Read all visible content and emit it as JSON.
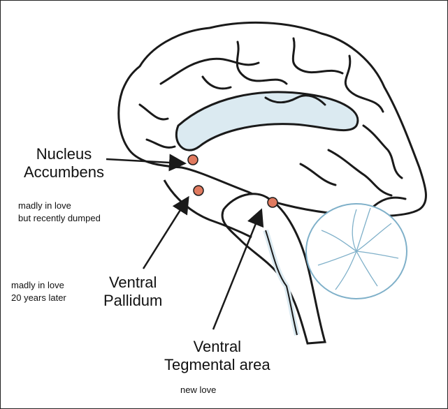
{
  "labels": {
    "nucleus_accumbens": [
      "Nucleus",
      "Accumbens"
    ],
    "ventral_pallidum": [
      "Ventral",
      "Pallidum"
    ],
    "ventral_tegmental": [
      "Ventral",
      "Tegmental area"
    ]
  },
  "notes": {
    "dumped": [
      "madly in love",
      "but recently dumped"
    ],
    "long_term": [
      "madly in love",
      "20 years later"
    ],
    "new_love": "new love"
  },
  "colors": {
    "outline": "#1a1a1a",
    "fill": "#dbeaf1",
    "cerebellum": "#7fb0c9",
    "dot": "#e07a5f"
  }
}
